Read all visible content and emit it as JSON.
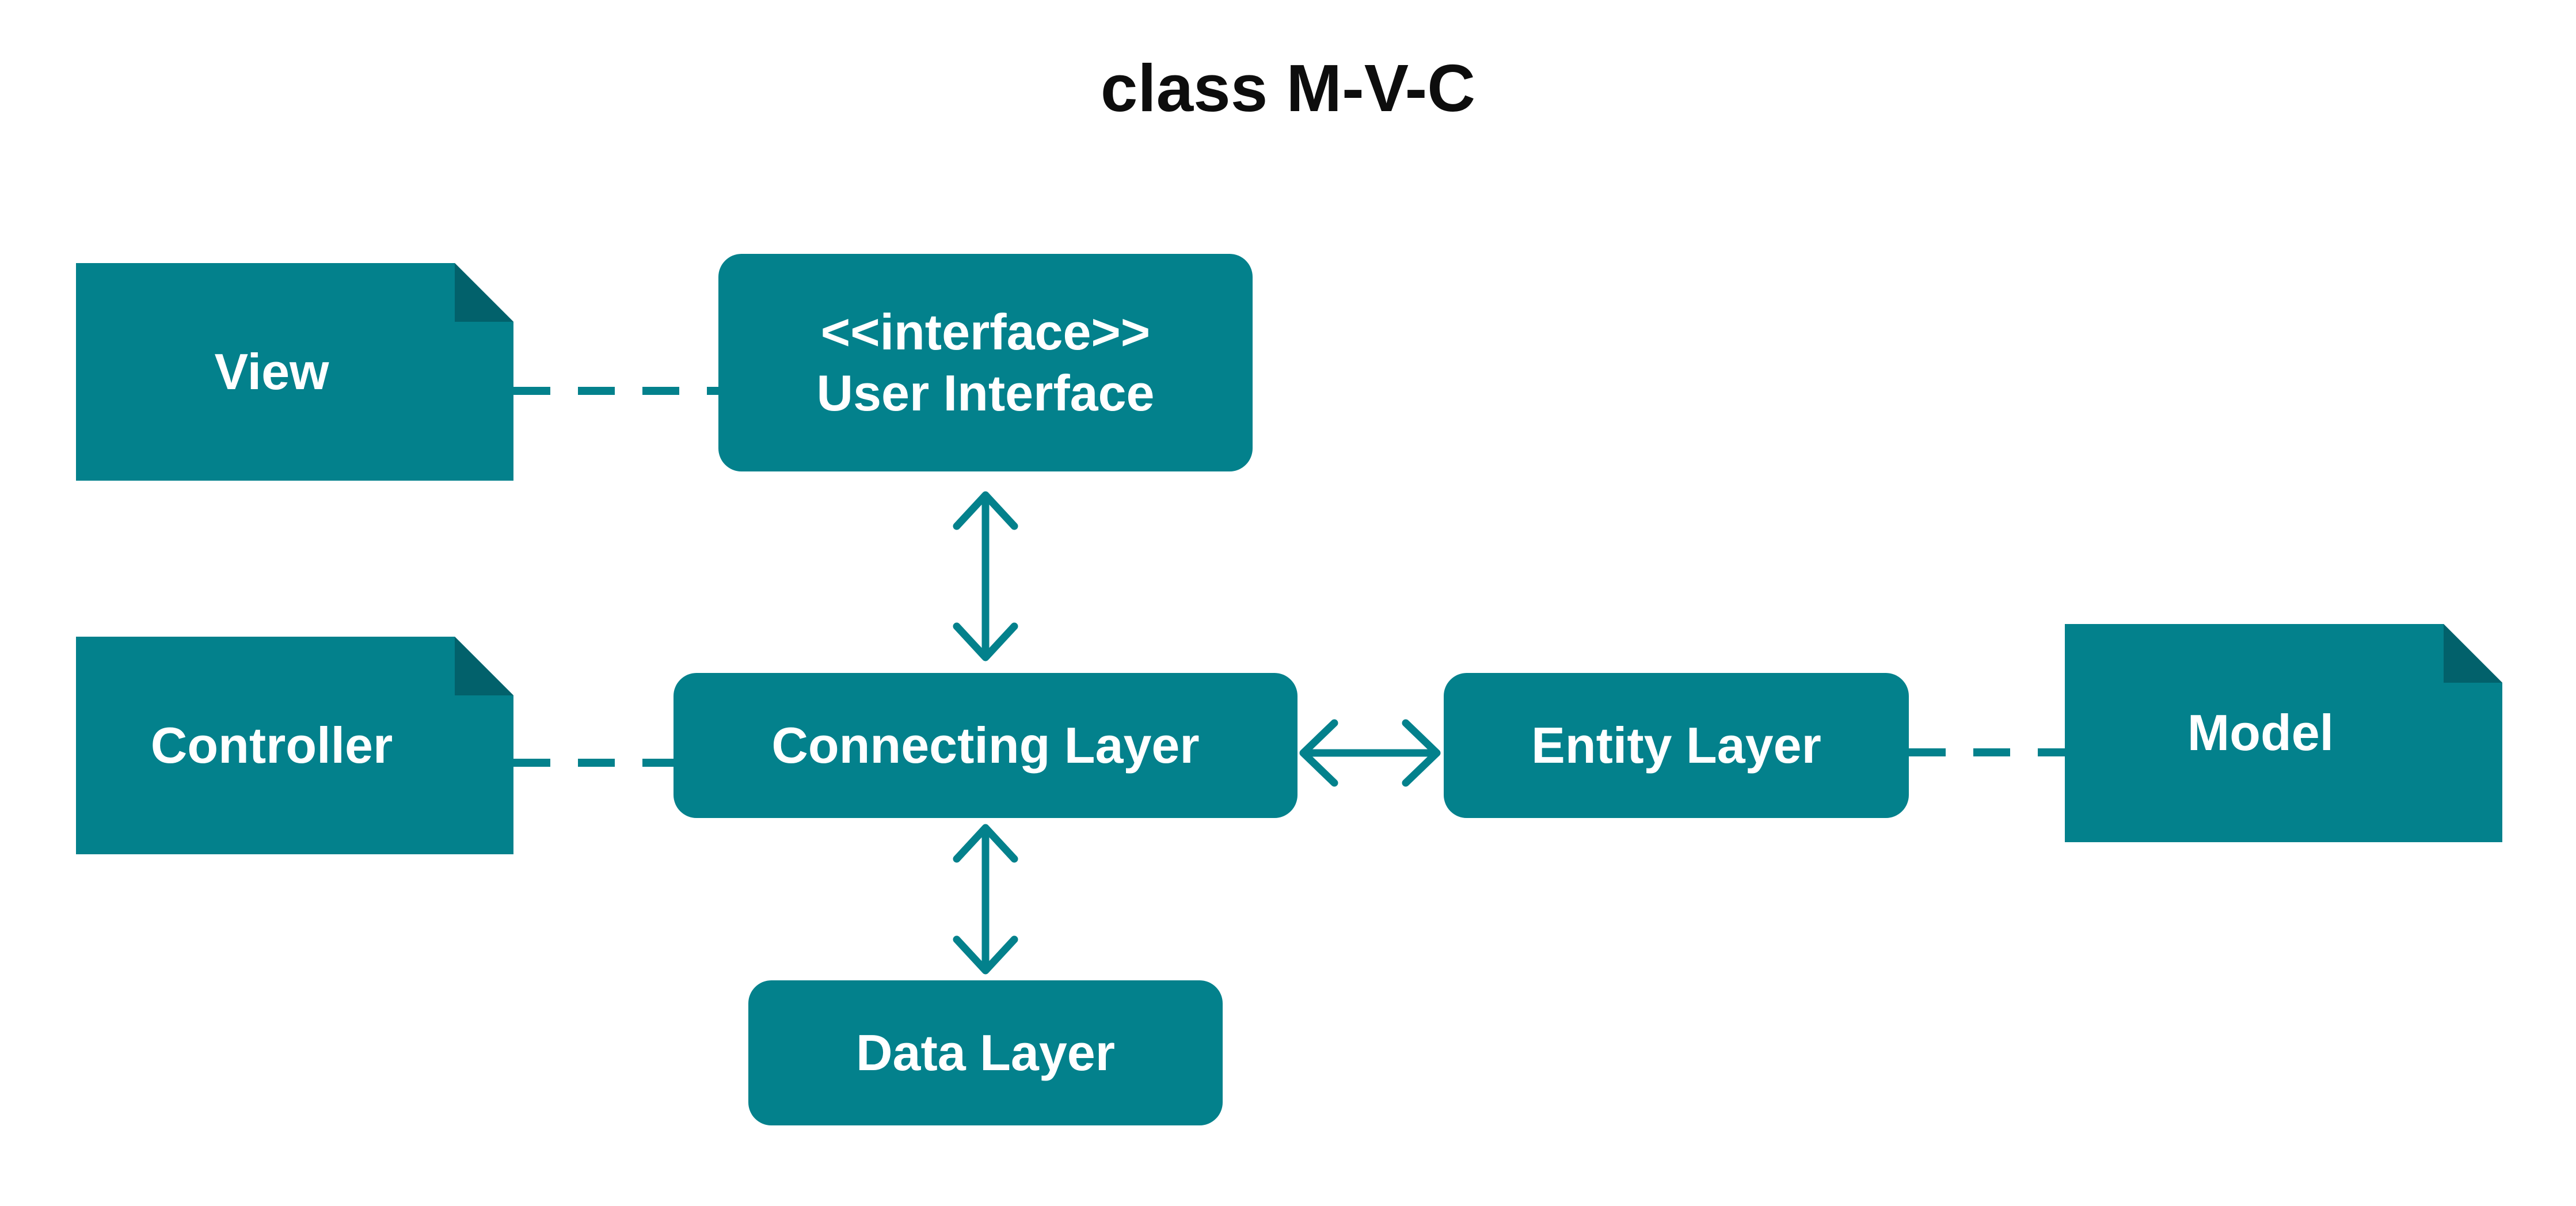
{
  "diagram": {
    "title": "class M-V-C",
    "colors": {
      "node_fill": "#03818c",
      "note_fold": "#02616b",
      "connector": "#03818c",
      "title_text": "#0d0d0d",
      "node_text": "#ffffff",
      "background": "#ffffff"
    },
    "notes": {
      "view": "View",
      "controller": "Controller",
      "model": "Model"
    },
    "classes": {
      "user_interface": {
        "stereotype": "<<interface>>",
        "name": "User Interface"
      },
      "connecting_layer": "Connecting Layer",
      "entity_layer": "Entity Layer",
      "data_layer": "Data Layer"
    },
    "edges": [
      {
        "from": "view",
        "to": "user_interface",
        "style": "dashed"
      },
      {
        "from": "controller",
        "to": "connecting_layer",
        "style": "dashed"
      },
      {
        "from": "entity_layer",
        "to": "model",
        "style": "dashed"
      },
      {
        "from": "user_interface",
        "to": "connecting_layer",
        "style": "bidirectional-arrow"
      },
      {
        "from": "connecting_layer",
        "to": "entity_layer",
        "style": "bidirectional-arrow"
      },
      {
        "from": "connecting_layer",
        "to": "data_layer",
        "style": "bidirectional-arrow"
      }
    ]
  }
}
